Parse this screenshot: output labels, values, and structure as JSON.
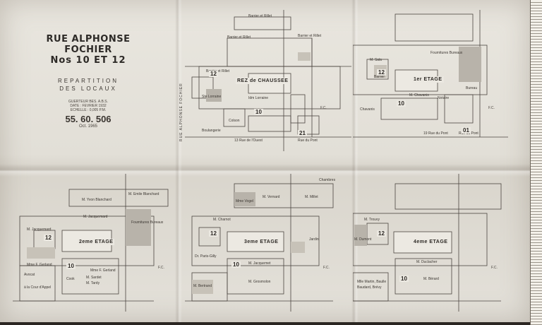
{
  "title": {
    "line1": "RUE ALPHONSE FOCHIER",
    "line2": "Nos 10 ET 12",
    "subtitle1": "REPARTITION",
    "subtitle2": "DES LOCAUX",
    "meta1": "GUERTEUR BES. A.B.S.",
    "meta2": "DATE : FEVRIER 1932",
    "meta3": "ECHELLE : 0,005 P.M.",
    "plan_number": "55. 60. 506",
    "date": "Oct. 1965"
  },
  "side_label": "RUE ALPHONSE FOCHIER",
  "fc": "F.C.",
  "plans": {
    "rdc": {
      "floor": "REZ de CHAUSSEE",
      "num12": "12",
      "num10": "10",
      "num21": "21",
      "labels": {
        "a": "Barrier et Rillet",
        "b": "Barrier et Rillet",
        "c": "Barrier et Rillet",
        "d": "Barrier et Rillet",
        "e": "Ste Lorraine",
        "f": "Idm Lorraine",
        "g": "Colson",
        "h": "Boulangerie",
        "i": "13 Rue de l'Ouest",
        "j": "Rue du Pont"
      }
    },
    "etage1": {
      "floor": "1er ETAGE",
      "num12": "12",
      "num10": "10",
      "num01": "01",
      "labels": {
        "a": "Fournitures Bureaux",
        "b": "M. Sala",
        "c": "Barrier",
        "d": "M. Chavanis",
        "e": "Chavanis",
        "f": "Notaire",
        "g": "Bureau",
        "h": "19 Rue du Pont",
        "i": "Rue du Pont"
      }
    },
    "etage2": {
      "floor": "2eme ETAGE",
      "num12": "12",
      "num10": "10",
      "labels": {
        "a": "M. Yvon Blanchard",
        "b": "M. Emile Blanchard",
        "c": "M. Jacquemard",
        "d": "M. Jacquemard",
        "e": "Fournitures Bureaux",
        "f": "Mme F. Gerland",
        "g": "Mme F. Gerland",
        "h": "Avocat",
        "i": "à la Cour d'Appel",
        "j": "Cook",
        "k": "M. Sardet",
        "l": "M. Tardy"
      }
    },
    "etage3": {
      "floor": "3eme ETAGE",
      "num12": "12",
      "num10": "10",
      "labels": {
        "a": "Chambres",
        "b": "M. Vernard",
        "c": "M. Millet",
        "d": "Mme Vogel",
        "e": "M. Charnot",
        "f": "Dr. Paris-Gilly",
        "g": "M. Jacquemet",
        "h": "M. Bertrand",
        "i": "M. Grosmolon",
        "j": "Jardin"
      }
    },
    "etage4": {
      "floor": "4eme ETAGE",
      "num12": "12",
      "num10": "10",
      "labels": {
        "a": "M. Trouvy",
        "b": "M. Dumont",
        "c": "M. Duclacher",
        "d": "Mlle Martin, Baulle",
        "e": "Baudard, Brévy",
        "f": "M. Bérard"
      }
    }
  }
}
